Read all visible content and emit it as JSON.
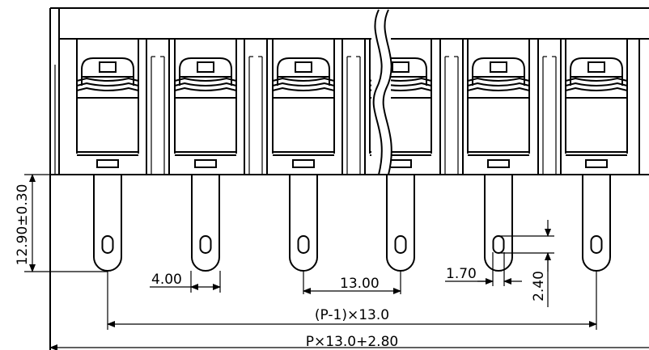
{
  "drawing": {
    "dims": {
      "height": "12.90±0.30",
      "tab_width": "4.00",
      "pitch": "13.00",
      "hole_width": "1.70",
      "hole_height": "2.40",
      "span": "(P-1)×13.0",
      "overall": "P×13.0+2.80"
    }
  }
}
